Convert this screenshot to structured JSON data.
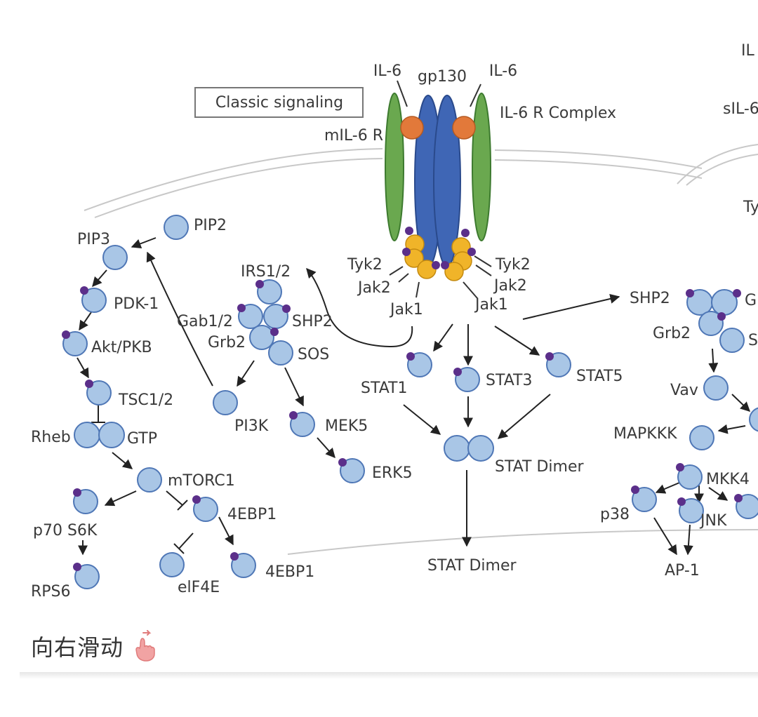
{
  "caption": "Classic signaling",
  "labels": {
    "il6_left": "IL-6",
    "il6_right": "IL-6",
    "gp130": "gp130",
    "il6r_complex": "IL-6 R Complex",
    "mil6r": "mIL-6 R",
    "pip2": "PIP2",
    "pip3": "PIP3",
    "pdk1": "PDK-1",
    "akt": "Akt/PKB",
    "tsc": "TSC1/2",
    "rheb": "Rheb",
    "gtp": "GTP",
    "mtorc1": "mTORC1",
    "p70s6k": "p70 S6K",
    "rps6": "RPS6",
    "ebp1_a": "4EBP1",
    "ebp1_b": "4EBP1",
    "eif4e": "elF4E",
    "irs": "IRS1/2",
    "gab": "Gab1/2",
    "shp2_left": "SHP2",
    "grb2_left": "Grb2",
    "sos_left": "SOS",
    "pi3k": "PI3K",
    "mek5": "MEK5",
    "erk5": "ERK5",
    "tyk2_left": "Tyk2",
    "jak2_left": "Jak2",
    "jak1_left": "Jak1",
    "tyk2_right": "Tyk2",
    "jak2_right": "Jak2",
    "jak1_right": "Jak1",
    "stat1": "STAT1",
    "stat3": "STAT3",
    "stat5": "STAT5",
    "stat_dimer_1": "STAT Dimer",
    "stat_dimer_2": "STAT Dimer",
    "shp2_right": "SHP2",
    "grb2_right": "Grb2",
    "vav": "Vav",
    "mapkkk": "MAPKKK",
    "mkk4": "MKK4",
    "p38": "p38",
    "jnk": "JNK",
    "ap1": "AP-1",
    "cut_il": "IL",
    "cut_sil": "sIL-6",
    "cut_ty": "Ty",
    "cut_g": "G",
    "cut_s": "S"
  },
  "footer": {
    "swipe_text": "向右滑动",
    "swipe_icon": "pointing-hand-icon"
  },
  "colors": {
    "protein_fill": "#a9c6e6",
    "protein_stroke": "#4f77b6",
    "phospho": "#5b2f8a",
    "gp130": "#3f66b5",
    "il6r": "#6aa84f",
    "il6": "#e2793a",
    "jak": "#f0b429",
    "text": "#3a3a3a"
  }
}
